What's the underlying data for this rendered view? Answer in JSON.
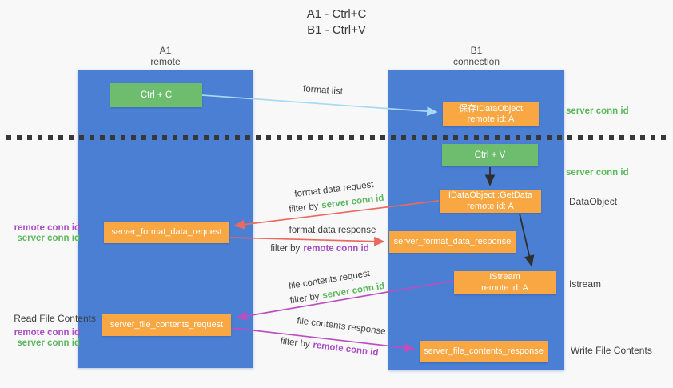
{
  "title": {
    "line1": "A1 - Ctrl+C",
    "line2": "B1 - Ctrl+V"
  },
  "lifelines": {
    "a1": {
      "name": "A1",
      "subtitle": "remote"
    },
    "b1": {
      "name": "B1",
      "subtitle": "connection"
    }
  },
  "nodes": {
    "ctrl_c": "Ctrl + C",
    "ctrl_v": "Ctrl + V",
    "save_dataobject": {
      "line1": "保存IDataObject",
      "line2": "remote id: A"
    },
    "getdata": {
      "line1": "IDataObject::GetData",
      "line2": "remote id: A"
    },
    "istream": {
      "line1": "IStream",
      "line2": "remote id: A"
    },
    "format_request": "server_format_data_request",
    "format_response": "server_format_data_response",
    "file_request": "server_file_contents_request",
    "file_response": "server_file_contents_response"
  },
  "arrow_labels": {
    "format_list": "format list",
    "format_data_request": "format data request",
    "format_data_response": "format data response",
    "file_contents_request": "file contents request",
    "file_contents_response": "file contents response",
    "filter_by": "filter by",
    "server_conn_id": "server conn id",
    "remote_conn_id": "remote conn id"
  },
  "side_labels": {
    "server_conn_id": "server conn id",
    "remote_conn_id": "remote conn id",
    "dataobject": "DataObject",
    "istream": "Istream",
    "read_file_contents": "Read File Contents",
    "write_file_contents": "Write File Contents"
  },
  "colors": {
    "lifeline_blue": "#4a7fd4",
    "node_orange": "#f8a742",
    "key_green": "#6ebd6f",
    "label_green": "#5cb85c",
    "label_purple": "#aa4ec4",
    "arrow_salmon": "#ea6a5f",
    "arrow_magenta": "#bb4fc0",
    "arrow_lightblue": "#a8d8f3",
    "arrow_black": "#2f2f2f"
  }
}
